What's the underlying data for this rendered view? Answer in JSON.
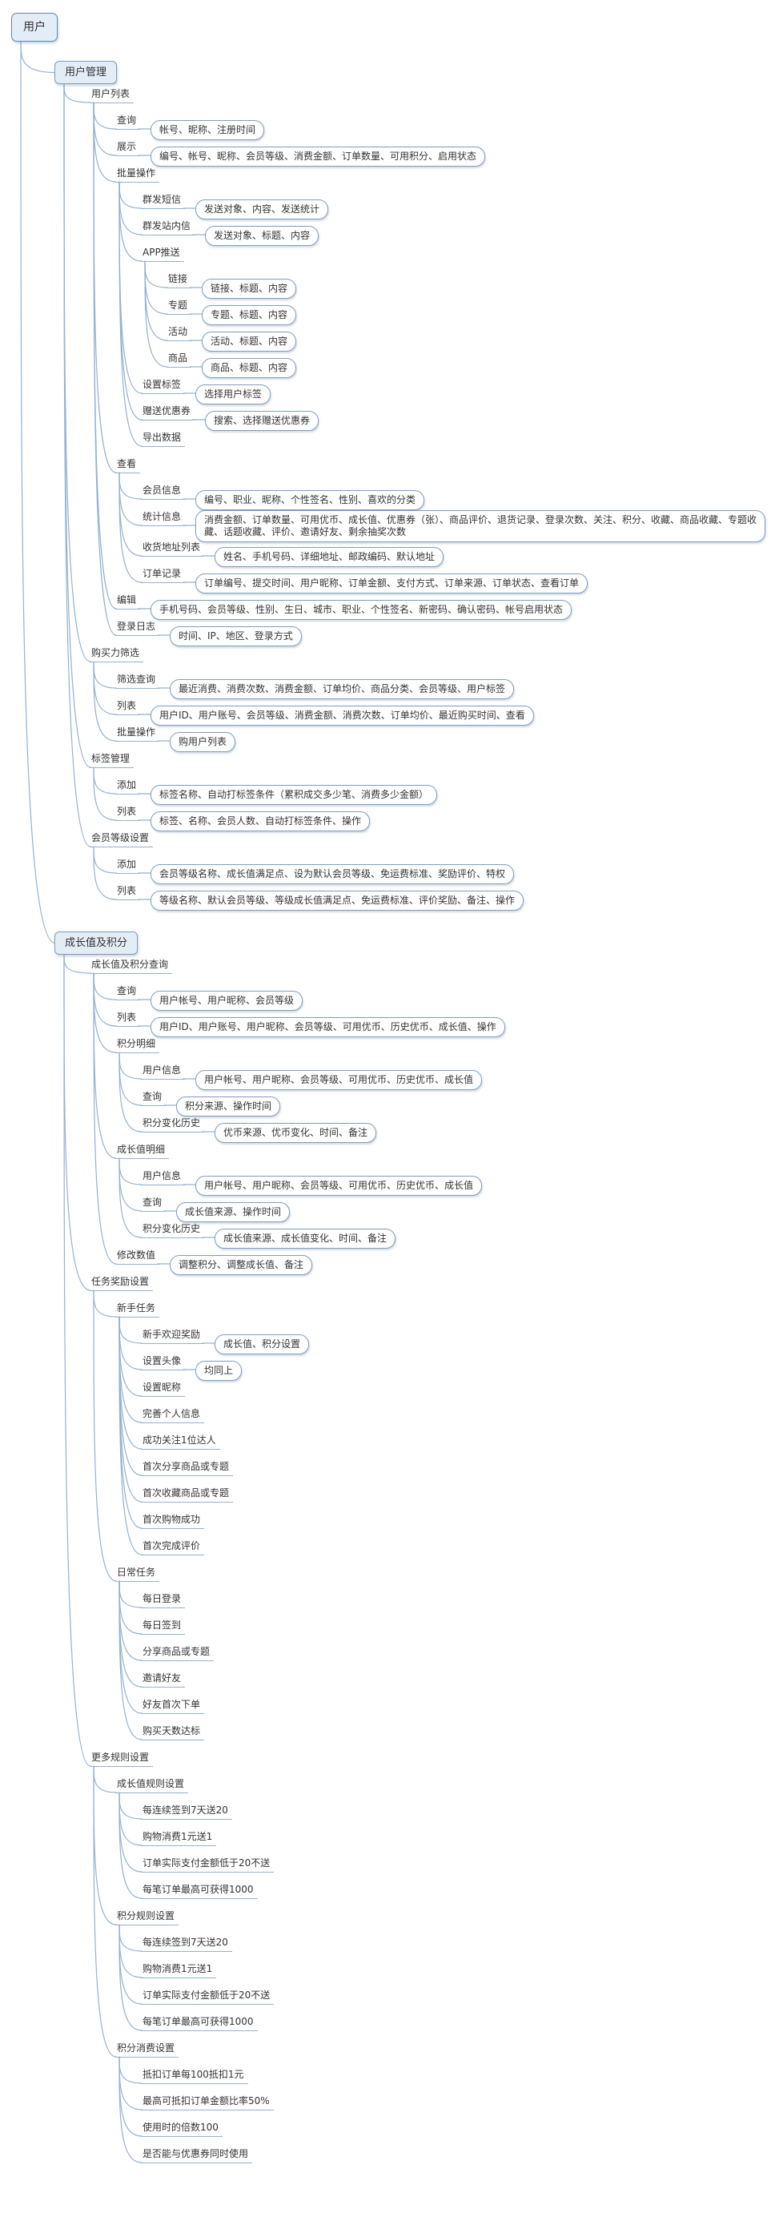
{
  "style": {
    "background": "#FFFFFF",
    "connector_color": "#93B2CE",
    "box_border_color": "#7E9EBD",
    "box_fill_color": "#FFFFFF",
    "topic_fill_color": "#E3EDF6",
    "topic_border_color": "#7E9EBD",
    "root_fill_color": "#E3EDF6",
    "root_border_color": "#5F8AB4",
    "text_color": "#333333"
  },
  "tree": {
    "label": "用户",
    "type": "root",
    "children": [
      {
        "label": "用户管理",
        "type": "topic",
        "children": [
          {
            "label": "用户列表",
            "type": "branch",
            "children": [
              {
                "label": "查询",
                "type": "branch",
                "children": [
                  {
                    "label": "帐号、昵称、注册时间",
                    "type": "box"
                  }
                ]
              },
              {
                "label": "展示",
                "type": "branch",
                "children": [
                  {
                    "label": "编号、帐号、昵称、会员等级、消费金额、订单数量、可用积分、启用状态",
                    "type": "box"
                  }
                ]
              },
              {
                "label": "批量操作",
                "type": "branch",
                "children": [
                  {
                    "label": "群发短信",
                    "type": "branch",
                    "children": [
                      {
                        "label": "发送对象、内容、发送统计",
                        "type": "box"
                      }
                    ]
                  },
                  {
                    "label": "群发站内信",
                    "type": "branch",
                    "children": [
                      {
                        "label": "发送对象、标题、内容",
                        "type": "box"
                      }
                    ]
                  },
                  {
                    "label": "APP推送",
                    "type": "branch",
                    "children": [
                      {
                        "label": "链接",
                        "type": "branch",
                        "children": [
                          {
                            "label": "链接、标题、内容",
                            "type": "box"
                          }
                        ]
                      },
                      {
                        "label": "专题",
                        "type": "branch",
                        "children": [
                          {
                            "label": "专题、标题、内容",
                            "type": "box"
                          }
                        ]
                      },
                      {
                        "label": "活动",
                        "type": "branch",
                        "children": [
                          {
                            "label": "活动、标题、内容",
                            "type": "box"
                          }
                        ]
                      },
                      {
                        "label": "商品",
                        "type": "branch",
                        "children": [
                          {
                            "label": "商品、标题、内容",
                            "type": "box"
                          }
                        ]
                      }
                    ]
                  },
                  {
                    "label": "设置标签",
                    "type": "branch",
                    "children": [
                      {
                        "label": "选择用户标签",
                        "type": "box"
                      }
                    ]
                  },
                  {
                    "label": "赠送优惠券",
                    "type": "branch",
                    "children": [
                      {
                        "label": "搜索、选择赠送优惠券",
                        "type": "box"
                      }
                    ]
                  },
                  {
                    "label": "导出数据",
                    "type": "branch"
                  }
                ]
              },
              {
                "label": "查看",
                "type": "branch",
                "children": [
                  {
                    "label": "会员信息",
                    "type": "branch",
                    "children": [
                      {
                        "label": "编号、职业、昵称、个性签名、性别、喜欢的分类",
                        "type": "box"
                      }
                    ]
                  },
                  {
                    "label": "统计信息",
                    "type": "branch",
                    "children": [
                      {
                        "label": "消费金额、订单数量、可用优币、成长值、优惠券（张）、商品评价、退货记录、登录次数、关注、积分、收藏、商品收藏、专题收藏、话题收藏、评价、邀请好友、剩余抽奖次数",
                        "type": "box"
                      }
                    ]
                  },
                  {
                    "label": "收货地址列表",
                    "type": "branch",
                    "children": [
                      {
                        "label": "姓名、手机号码、详细地址、邮政编码、默认地址",
                        "type": "box"
                      }
                    ]
                  },
                  {
                    "label": "订单记录",
                    "type": "branch",
                    "children": [
                      {
                        "label": "订单编号、提交时间、用户昵称、订单金额、支付方式、订单来源、订单状态、查看订单",
                        "type": "box"
                      }
                    ]
                  }
                ]
              },
              {
                "label": "编辑",
                "type": "branch",
                "children": [
                  {
                    "label": "手机号码、会员等级、性别、生日、城市、职业、个性签名、新密码、确认密码、帐号启用状态",
                    "type": "box"
                  }
                ]
              },
              {
                "label": "登录日志",
                "type": "branch",
                "children": [
                  {
                    "label": "时间、IP、地区、登录方式",
                    "type": "box"
                  }
                ]
              }
            ]
          },
          {
            "label": "购买力筛选",
            "type": "branch",
            "children": [
              {
                "label": "筛选查询",
                "type": "branch",
                "children": [
                  {
                    "label": "最近消费、消费次数、消费金额、订单均价、商品分类、会员等级、用户标签",
                    "type": "box"
                  }
                ]
              },
              {
                "label": "列表",
                "type": "branch",
                "children": [
                  {
                    "label": "用户ID、用户账号、会员等级、消费金额、消费次数、订单均价、最近购买时间、查看",
                    "type": "box"
                  }
                ]
              },
              {
                "label": "批量操作",
                "type": "branch",
                "children": [
                  {
                    "label": "购用户列表",
                    "type": "box"
                  }
                ]
              }
            ]
          },
          {
            "label": "标签管理",
            "type": "branch",
            "children": [
              {
                "label": "添加",
                "type": "branch",
                "children": [
                  {
                    "label": "标签名称、自动打标签条件（累积成交多少笔、消费多少金额）",
                    "type": "box"
                  }
                ]
              },
              {
                "label": "列表",
                "type": "branch",
                "children": [
                  {
                    "label": "标签、名称、会员人数、自动打标签条件、操作",
                    "type": "box"
                  }
                ]
              }
            ]
          },
          {
            "label": "会员等级设置",
            "type": "branch",
            "children": [
              {
                "label": "添加",
                "type": "branch",
                "children": [
                  {
                    "label": "会员等级名称、成长值满足点、设为默认会员等级、免运费标准、奖励评价、特权",
                    "type": "box"
                  }
                ]
              },
              {
                "label": "列表",
                "type": "branch",
                "children": [
                  {
                    "label": "等级名称、默认会员等级、等级成长值满足点、免运费标准、评价奖励、备注、操作",
                    "type": "box"
                  }
                ]
              }
            ]
          }
        ]
      },
      {
        "label": "成长值及积分",
        "type": "topic",
        "children": [
          {
            "label": "成长值及积分查询",
            "type": "branch",
            "children": [
              {
                "label": "查询",
                "type": "branch",
                "children": [
                  {
                    "label": "用户帐号、用户昵称、会员等级",
                    "type": "box"
                  }
                ]
              },
              {
                "label": "列表",
                "type": "branch",
                "children": [
                  {
                    "label": "用户ID、用户账号、用户昵称、会员等级、可用优币、历史优币、成长值、操作",
                    "type": "box"
                  }
                ]
              },
              {
                "label": "积分明细",
                "type": "branch",
                "children": [
                  {
                    "label": "用户信息",
                    "type": "branch",
                    "children": [
                      {
                        "label": "用户帐号、用户昵称、会员等级、可用优币、历史优币、成长值",
                        "type": "box"
                      }
                    ]
                  },
                  {
                    "label": "查询",
                    "type": "branch",
                    "children": [
                      {
                        "label": "积分来源、操作时间",
                        "type": "box"
                      }
                    ]
                  },
                  {
                    "label": "积分变化历史",
                    "type": "branch",
                    "children": [
                      {
                        "label": "优币来源、优币变化、时间、备注",
                        "type": "box"
                      }
                    ]
                  }
                ]
              },
              {
                "label": "成长值明细",
                "type": "branch",
                "children": [
                  {
                    "label": "用户信息",
                    "type": "branch",
                    "children": [
                      {
                        "label": "用户帐号、用户昵称、会员等级、可用优币、历史优币、成长值",
                        "type": "box"
                      }
                    ]
                  },
                  {
                    "label": "查询",
                    "type": "branch",
                    "children": [
                      {
                        "label": "成长值来源、操作时间",
                        "type": "box"
                      }
                    ]
                  },
                  {
                    "label": "积分变化历史",
                    "type": "branch",
                    "children": [
                      {
                        "label": "成长值来源、成长值变化、时间、备注",
                        "type": "box"
                      }
                    ]
                  }
                ]
              },
              {
                "label": "修改数值",
                "type": "branch",
                "children": [
                  {
                    "label": "调整积分、调整成长值、备注",
                    "type": "box"
                  }
                ]
              }
            ]
          },
          {
            "label": "任务奖励设置",
            "type": "branch",
            "children": [
              {
                "label": "新手任务",
                "type": "branch",
                "children": [
                  {
                    "label": "新手欢迎奖励",
                    "type": "branch",
                    "children": [
                      {
                        "label": "成长值、积分设置",
                        "type": "box"
                      }
                    ]
                  },
                  {
                    "label": "设置头像",
                    "type": "branch",
                    "children": [
                      {
                        "label": "均同上",
                        "type": "box"
                      }
                    ]
                  },
                  {
                    "label": "设置昵称",
                    "type": "branch"
                  },
                  {
                    "label": "完善个人信息",
                    "type": "branch"
                  },
                  {
                    "label": "成功关注1位达人",
                    "type": "branch"
                  },
                  {
                    "label": "首次分享商品或专题",
                    "type": "branch"
                  },
                  {
                    "label": "首次收藏商品或专题",
                    "type": "branch"
                  },
                  {
                    "label": "首次购物成功",
                    "type": "branch"
                  },
                  {
                    "label": "首次完成评价",
                    "type": "branch"
                  }
                ]
              },
              {
                "label": "日常任务",
                "type": "branch",
                "children": [
                  {
                    "label": "每日登录",
                    "type": "branch"
                  },
                  {
                    "label": "每日签到",
                    "type": "branch"
                  },
                  {
                    "label": "分享商品或专题",
                    "type": "branch"
                  },
                  {
                    "label": "邀请好友",
                    "type": "branch"
                  },
                  {
                    "label": "好友首次下单",
                    "type": "branch"
                  },
                  {
                    "label": "购买天数达标",
                    "type": "branch"
                  }
                ]
              }
            ]
          },
          {
            "label": "更多规则设置",
            "type": "branch",
            "children": [
              {
                "label": "成长值规则设置",
                "type": "branch",
                "children": [
                  {
                    "label": "每连续签到7天送20",
                    "type": "branch"
                  },
                  {
                    "label": "购物消费1元送1",
                    "type": "branch"
                  },
                  {
                    "label": "订单实际支付金额低于20不送",
                    "type": "branch"
                  },
                  {
                    "label": "每笔订单最高可获得1000",
                    "type": "branch"
                  }
                ]
              },
              {
                "label": "积分规则设置",
                "type": "branch",
                "children": [
                  {
                    "label": "每连续签到7天送20",
                    "type": "branch"
                  },
                  {
                    "label": "购物消费1元送1",
                    "type": "branch"
                  },
                  {
                    "label": "订单实际支付金额低于20不送",
                    "type": "branch"
                  },
                  {
                    "label": "每笔订单最高可获得1000",
                    "type": "branch"
                  }
                ]
              },
              {
                "label": "积分消费设置",
                "type": "branch",
                "children": [
                  {
                    "label": "抵扣订单每100抵扣1元",
                    "type": "branch"
                  },
                  {
                    "label": "最高可抵扣订单金额比率50%",
                    "type": "branch"
                  },
                  {
                    "label": "使用时的倍数100",
                    "type": "branch"
                  },
                  {
                    "label": "是否能与优惠券同时使用",
                    "type": "branch"
                  }
                ]
              }
            ]
          }
        ]
      }
    ]
  }
}
